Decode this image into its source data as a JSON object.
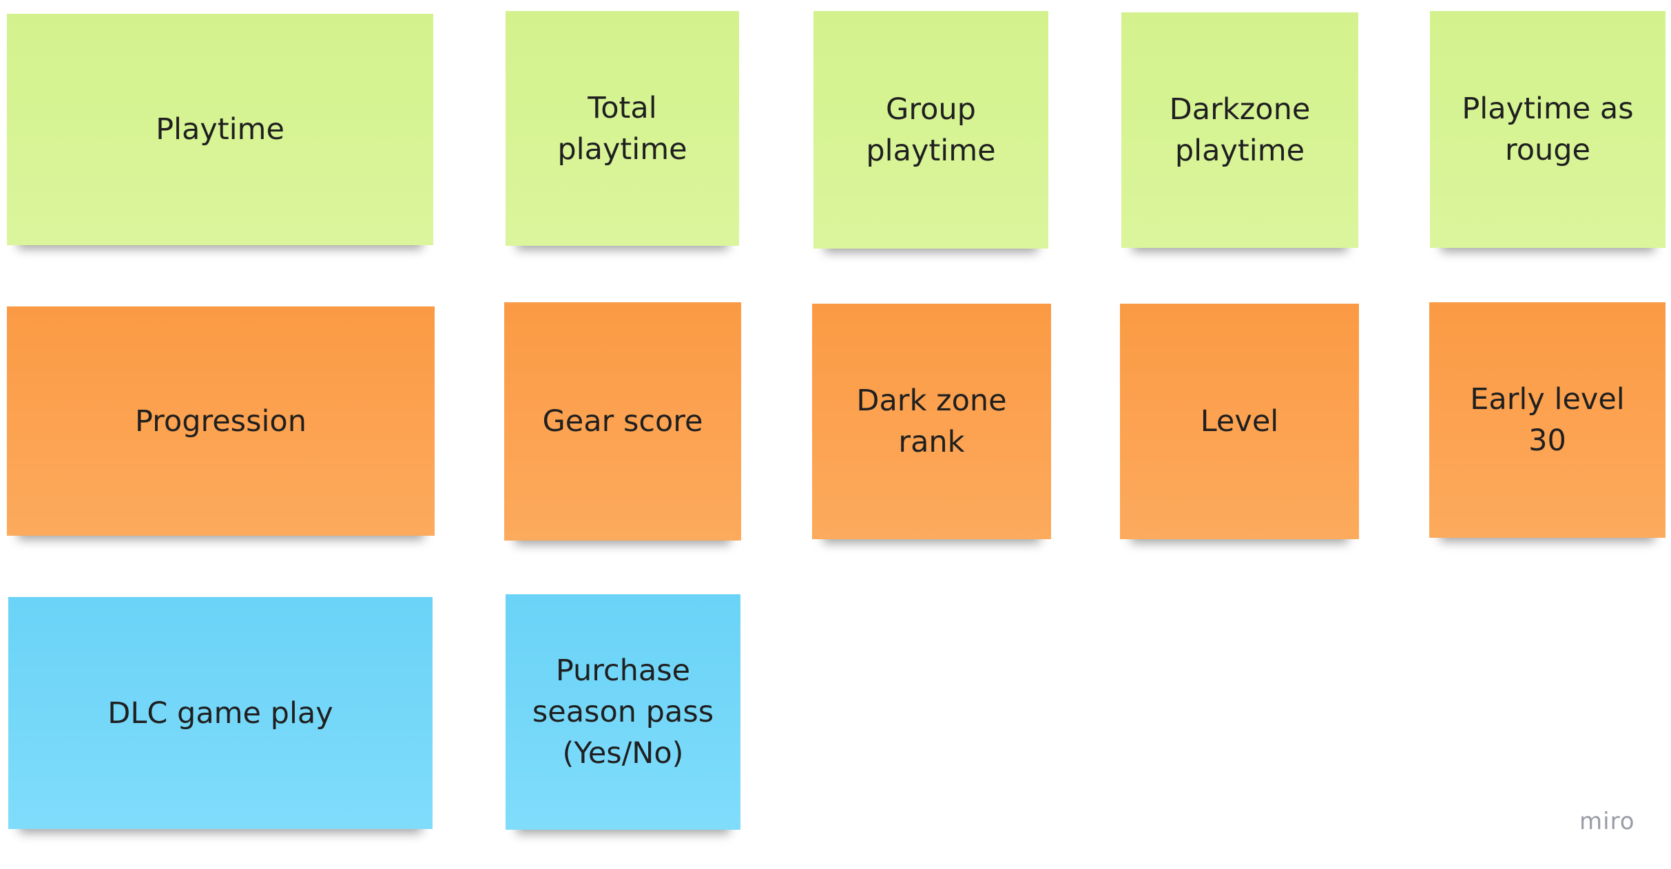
{
  "notes": [
    {
      "text": "Playtime",
      "color": "#d7f393"
    },
    {
      "text": "Total\nplaytime",
      "color": "#d7f393"
    },
    {
      "text": "Group\nplaytime",
      "color": "#d7f393"
    },
    {
      "text": "Darkzone\nplaytime",
      "color": "#d7f393"
    },
    {
      "text": "Playtime as\nrouge",
      "color": "#d7f393"
    },
    {
      "text": "Progression",
      "color": "#fb9f4c"
    },
    {
      "text": "Gear score",
      "color": "#fb9f4c"
    },
    {
      "text": "Dark zone\nrank",
      "color": "#fb9f4c"
    },
    {
      "text": "Level",
      "color": "#fb9f4c"
    },
    {
      "text": "Early level 30",
      "color": "#fb9f4c"
    },
    {
      "text": "DLC game play",
      "color": "#72d7f9"
    },
    {
      "text": "Purchase\nseason pass\n(Yes/No)",
      "color": "#72d7f9"
    }
  ],
  "watermark": "miro"
}
